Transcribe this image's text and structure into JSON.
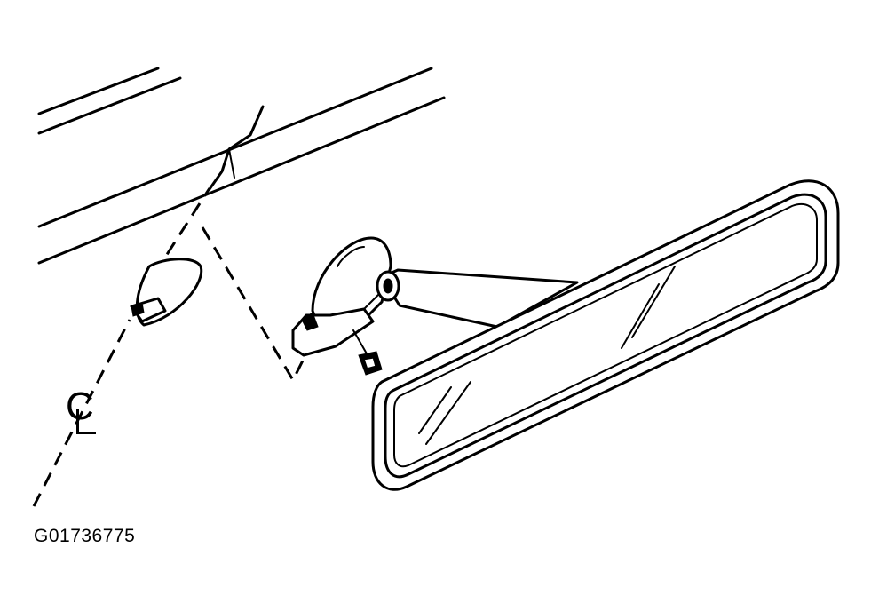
{
  "figure_id": "G01736775",
  "centerline_symbol": "C",
  "parts": [
    "headliner-roof",
    "mirror-mount-bracket",
    "mirror-support-arm",
    "mirror-screw",
    "rearview-mirror",
    "centerline-reference"
  ]
}
